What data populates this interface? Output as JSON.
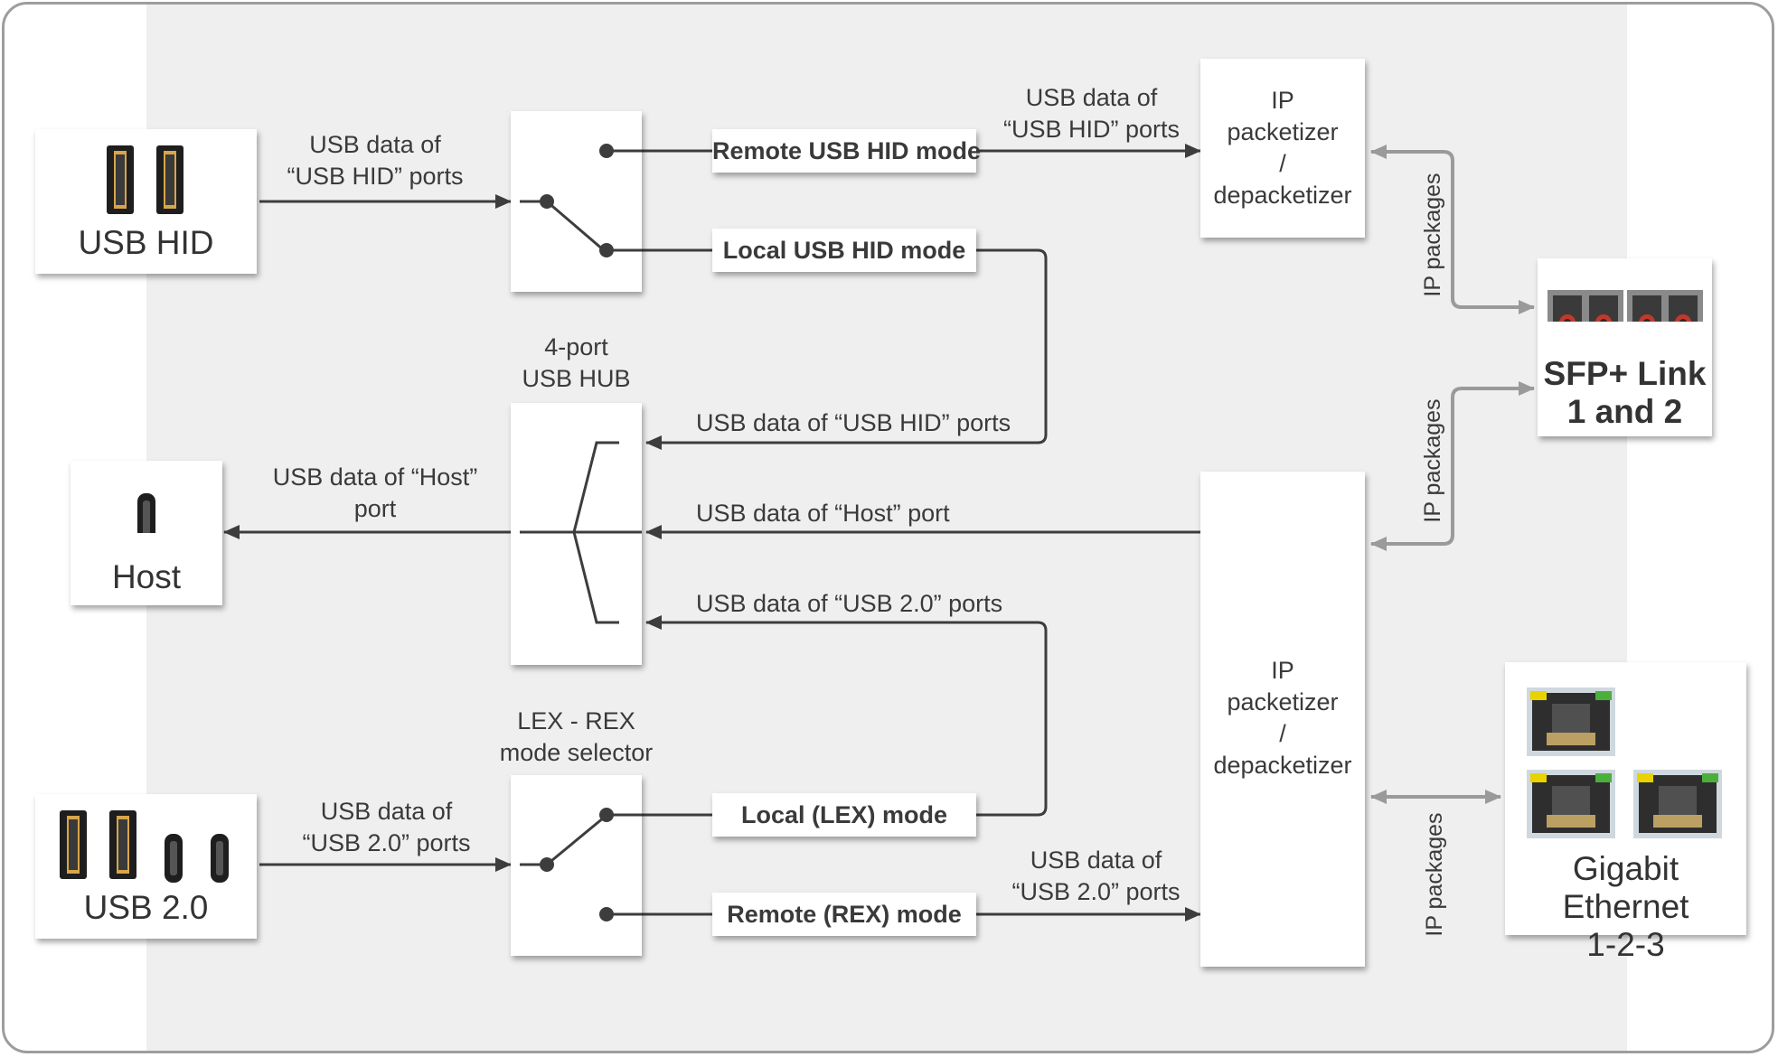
{
  "devices": {
    "usb_hid": "USB HID",
    "host": "Host",
    "usb20": "USB 2.0",
    "sfp_line1": "SFP+ Link",
    "sfp_line2": "1 and 2",
    "gbe_line1": "Gigabit Ethernet",
    "gbe_line2": "1-2-3"
  },
  "switches": {
    "hub_line1": "4-port",
    "hub_line2": "USB HUB",
    "lexrex_line1": "LEX - REX",
    "lexrex_line2": "mode selector"
  },
  "modes": {
    "remote_hid": "Remote USB HID mode",
    "local_hid": "Local USB HID mode",
    "local_lex": "Local (LEX) mode",
    "remote_rex": "Remote (REX) mode"
  },
  "packetizer": {
    "line1": "IP",
    "line2": "packetizer",
    "line3": "/",
    "line4": "depacketizer"
  },
  "labels": {
    "hid_in_1": "USB data of",
    "hid_in_2": "“USB HID” ports",
    "hid_remote_1": "USB data of",
    "hid_remote_2": "“USB HID” ports",
    "hid_to_hub": "USB data of “USB HID” ports",
    "host_from_hub": "USB data of “Host” port",
    "host_out_1": "USB data of “Host”",
    "host_out_2": "port",
    "usb20_to_hub": "USB data of “USB 2.0” ports",
    "usb20_in_1": "USB data of",
    "usb20_in_2": "“USB 2.0” ports",
    "usb20_remote_1": "USB data of",
    "usb20_remote_2": "“USB 2.0” ports",
    "ip_packages": "IP packages"
  },
  "colors": {
    "dark_line": "#3d3d3d",
    "gray_line": "#9a9a9a",
    "background_panel": "#efefef",
    "port_red": "#c0392b",
    "led_yellow": "#e8d200",
    "led_green": "#4caf3c"
  }
}
